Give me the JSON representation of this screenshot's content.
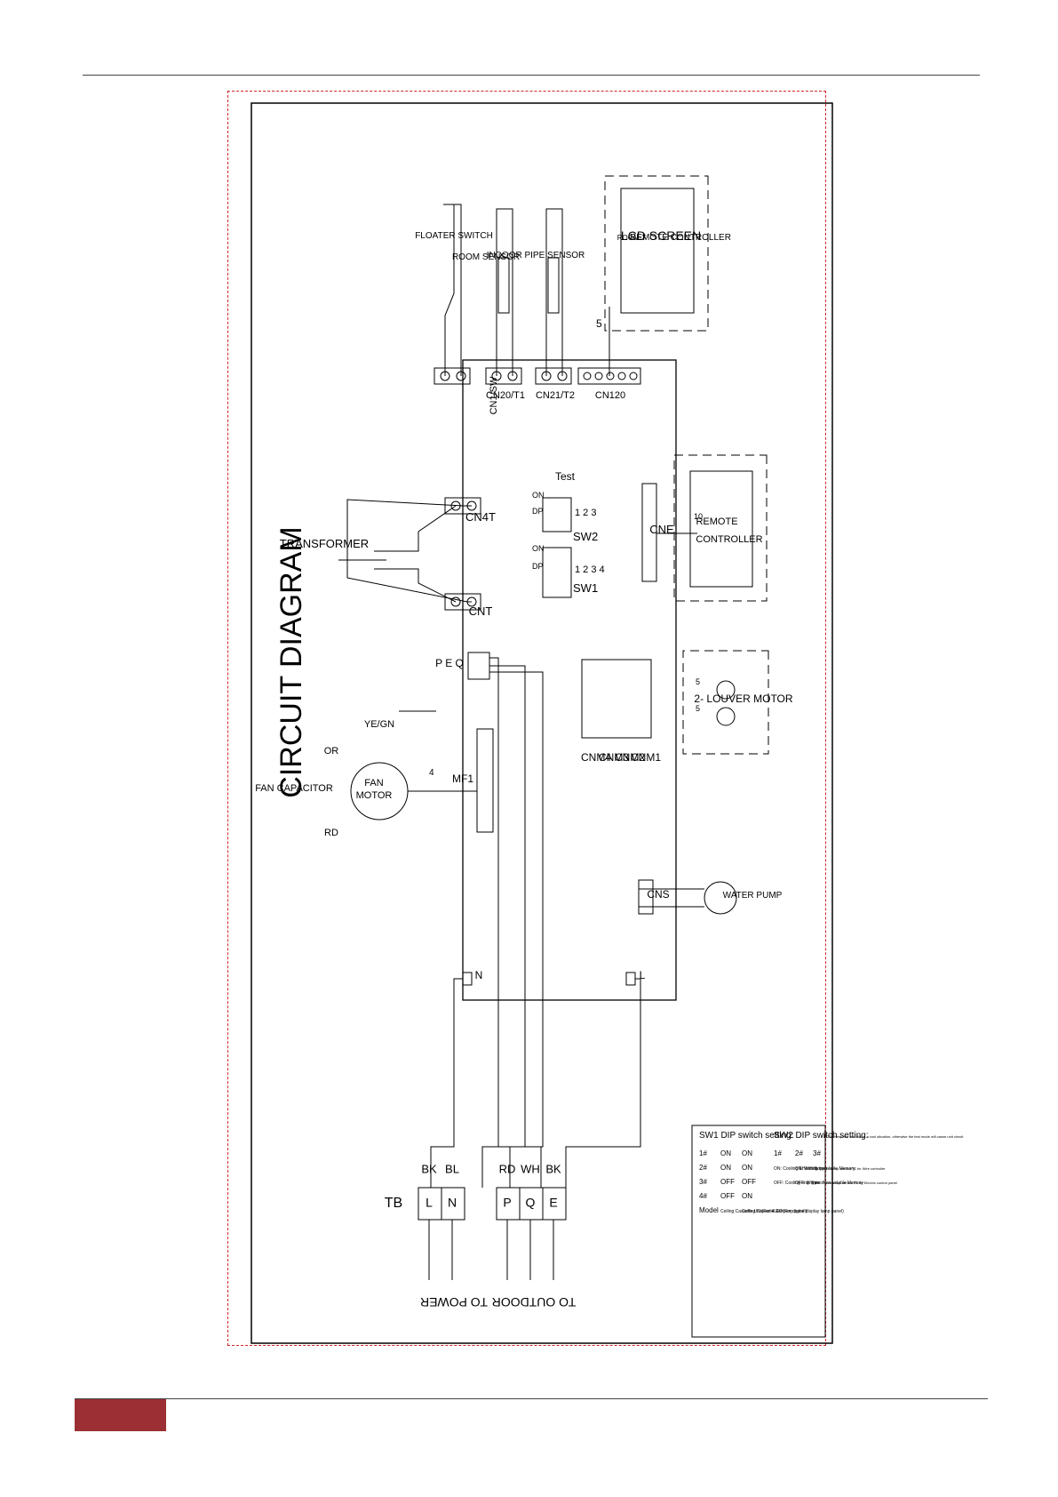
{
  "colors": {
    "footer_bar": "#9b2f33",
    "frame_dash": "#d2232a",
    "ink": "#000000"
  },
  "diagram": {
    "title": "CIRCUIT DIAGRAM",
    "components": {
      "transformer": "TRANSFORMER",
      "fan_capacitor": "FAN CAPACITOR",
      "fan_motor_l1": "FAN",
      "fan_motor_l2": "MOTOR",
      "wire_rd": "RD",
      "wire_or": "OR",
      "wire_yegn": "YE/GN",
      "mf1": "MF1",
      "peq": "P  E  Q",
      "cn4t": "CN4T",
      "cnt": "CNT",
      "cn1sw": "CN1/SW",
      "cn20t1": "CN20/T1",
      "cn21t2": "CN21/T2",
      "cn120": "CN120",
      "floater_switch": "FLOATER SWITCH",
      "room_sensor": "ROOM SENSOR",
      "indoor_pipe_sensor": "INDOOR PIPE SENSOR",
      "lcd_screen": "LCD SCREEN",
      "remote_controller_upper": "REMOTE CONTROLLER",
      "room_t": "ROOM-T",
      "wire_count_5": "5",
      "test": "Test",
      "sw1": "SW1",
      "sw2": "SW2",
      "sw_on": "ON",
      "sw_dp": "DP",
      "sw1_nums": "1 2 3 4",
      "sw2_nums": "1 2 3",
      "cne": "CNE",
      "wire_count_10": "10",
      "remote_l1": "REMOTE",
      "remote_l2": "CONTROLLER",
      "cnm4": "CNM4",
      "cnm3": "CNM3",
      "cnm2": "CNM2",
      "cnm1": "CNM1",
      "louver_motor": "2- LOUVER MOTOR",
      "wire_count_5a": "5",
      "wire_count_5b": "5",
      "wire_count_4": "4",
      "cns": "CNS",
      "water_pump": "WATER PUMP",
      "term_n": "N",
      "term_l": "L"
    },
    "terminal_block": {
      "tb": "TB",
      "l": "L",
      "n": "N",
      "p": "P",
      "q": "Q",
      "e": "E",
      "bk1": "BK",
      "bl": "BL",
      "rd": "RD",
      "wh": "WH",
      "bk2": "BK",
      "to_power": "TO POWER",
      "to_outdoor": "TO OUTDOOR"
    },
    "dip_table": {
      "sw1_title": "SW1 DIP switch setting:",
      "sw1_header": [
        "1#",
        "2#",
        "3#",
        "4#",
        "Model"
      ],
      "sw1_rows": [
        [
          "ON",
          "ON",
          "OFF",
          "OFF",
          "Ceiling Cassette Unit(For 4LED lamp panel)"
        ],
        [
          "ON",
          "ON",
          "OFF",
          "ON",
          "Ceiling Cassette Unit(For digital display lamp panel)"
        ]
      ],
      "sw2_title": "SW2 DIP switch setting:",
      "sw2_rows": [
        [
          "1#",
          "ON: Cooling &Heating type",
          "OFF: Cooling only type"
        ],
        [
          "2#",
          "ON: With Non-volatile Memory",
          "OFF: Without Non-volatile Memory"
        ],
        [
          "3#",
          "ON: Room temp. sensor T1 for Wire controller",
          "OFF: Room temp. sensor T1 for Electric control panel"
        ]
      ],
      "note": "NOTE:Keep the test dial in a cool situation, otherwise the test mode will cause unit circuit"
    }
  }
}
